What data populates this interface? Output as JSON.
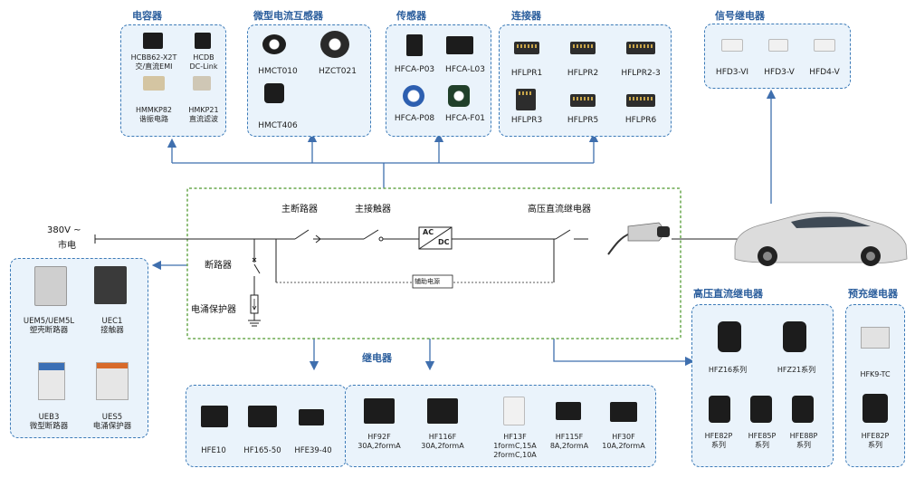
{
  "sections": {
    "capacitor": {
      "title": "电容器",
      "items": [
        {
          "line1": "HCBB62-X2T",
          "line2": "交/直流EMI"
        },
        {
          "line1": "HCDB",
          "line2": "DC-Link"
        },
        {
          "line1": "HMMKP82",
          "line2": "谐振电路"
        },
        {
          "line1": "HMKP21",
          "line2": "直流滤波"
        }
      ]
    },
    "current_transformer": {
      "title": "微型电流互感器",
      "items": [
        "HMCT010",
        "HZCT021",
        "HMCT406"
      ]
    },
    "sensor": {
      "title": "传感器",
      "items": [
        "HFCA-P03",
        "HFCA-L03",
        "HFCA-P08",
        "HFCA-F01"
      ]
    },
    "connector": {
      "title": "连接器",
      "items": [
        "HFLPR1",
        "HFLPR2",
        "HFLPR2-3",
        "HFLPR3",
        "HFLPR5",
        "HFLPR6"
      ]
    },
    "signal_relay": {
      "title": "信号继电器",
      "items": [
        "HFD3-VI",
        "HFD3-V",
        "HFD4-V"
      ]
    },
    "breaker_box": {
      "items": [
        {
          "line1": "UEM5/UEM5L",
          "line2": "塑壳断路器"
        },
        {
          "line1": "UEC1",
          "line2": "接触器"
        },
        {
          "line1": "UEB3",
          "line2": "微型断路器"
        },
        {
          "line1": "UES5",
          "line2": "电涌保护器"
        }
      ]
    },
    "relay": {
      "title": "继电器",
      "left_items": [
        "HFE10",
        "HF165-50",
        "HFE39-40"
      ],
      "right_items": [
        {
          "lines": [
            "HF92F",
            "30A,2formA"
          ]
        },
        {
          "lines": [
            "HF116F",
            "30A,2formA"
          ]
        },
        {
          "lines": [
            "HF13F",
            "1formC,15A",
            "2formC,10A"
          ]
        },
        {
          "lines": [
            "HF115F",
            "8A,2formA"
          ]
        },
        {
          "lines": [
            "HF30F",
            "10A,2formA"
          ]
        }
      ]
    },
    "hv_dc_relay": {
      "title": "高压直流继电器",
      "items": [
        {
          "lines": [
            "HFZ16系列"
          ]
        },
        {
          "lines": [
            "HFZ21系列"
          ]
        },
        {
          "lines": [
            "HFE82P",
            "系列"
          ]
        },
        {
          "lines": [
            "HFE85P",
            "系列"
          ]
        },
        {
          "lines": [
            "HFE88P",
            "系列"
          ]
        }
      ]
    },
    "precharge_relay": {
      "title": "预充继电器",
      "items": [
        {
          "lines": [
            "HFK9-TC"
          ]
        },
        {
          "lines": [
            "HFE82P",
            "系列"
          ]
        }
      ]
    }
  },
  "circuit": {
    "source": {
      "line1": "380V ~",
      "line2": "市电"
    },
    "main_breaker": "主断路器",
    "main_contactor": "主接触器",
    "hv_dc_relay": "高压直流继电器",
    "breaker": "断路器",
    "surge_protector": "电涌保护器",
    "aux_power": "辅助电源",
    "converter": {
      "top": "AC",
      "bottom": "DC"
    }
  },
  "colors": {
    "title": "#2a5d9c",
    "box_border": "#3d7bb8",
    "box_fill": "#eaf3fb",
    "arrow": "#3f6fae",
    "dashed_green": "#6aa84f"
  }
}
